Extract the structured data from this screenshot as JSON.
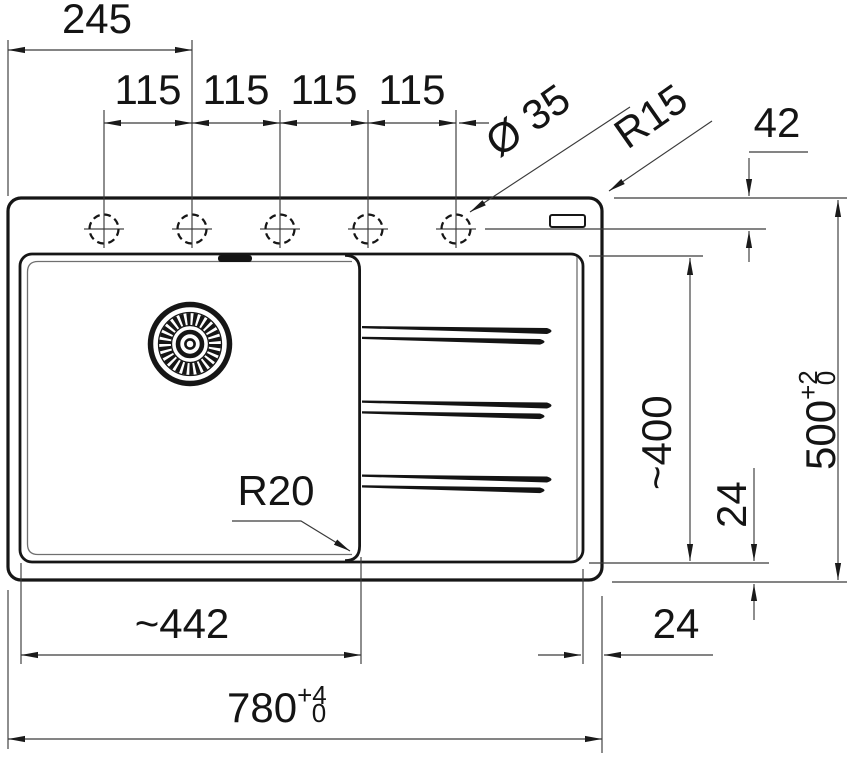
{
  "drawing": {
    "subject": "Top-view installation dimension drawing of an inset kitchen sink with left bowl and right drainboard",
    "type": "technical-dimension-drawing",
    "line_color": "#161616",
    "dimension_line_color": "#3a3a3a",
    "background_color": "#ffffff"
  },
  "labels": {
    "hole_offset": "245",
    "hole_pitch_1": "115",
    "hole_pitch_2": "115",
    "hole_pitch_3": "115",
    "hole_pitch_4": "115",
    "hole_diameter": "Ø 35",
    "outer_corner_radius": "R15",
    "top_edge_to_holes": "42",
    "drainboard_length": "~400",
    "drainboard_edge_gap": "24",
    "overall_depth": "500",
    "overall_depth_tol_plus": "+2",
    "overall_depth_tol_minus": "0",
    "bowl_corner_radius": "R20",
    "bowl_inner_width": "~442",
    "right_edge_gap": "24",
    "overall_width": "780",
    "overall_width_tol_plus": "+4",
    "overall_width_tol_minus": "0"
  },
  "features": {
    "tap_hole_count": "5",
    "drainboard_grooves": "3"
  }
}
